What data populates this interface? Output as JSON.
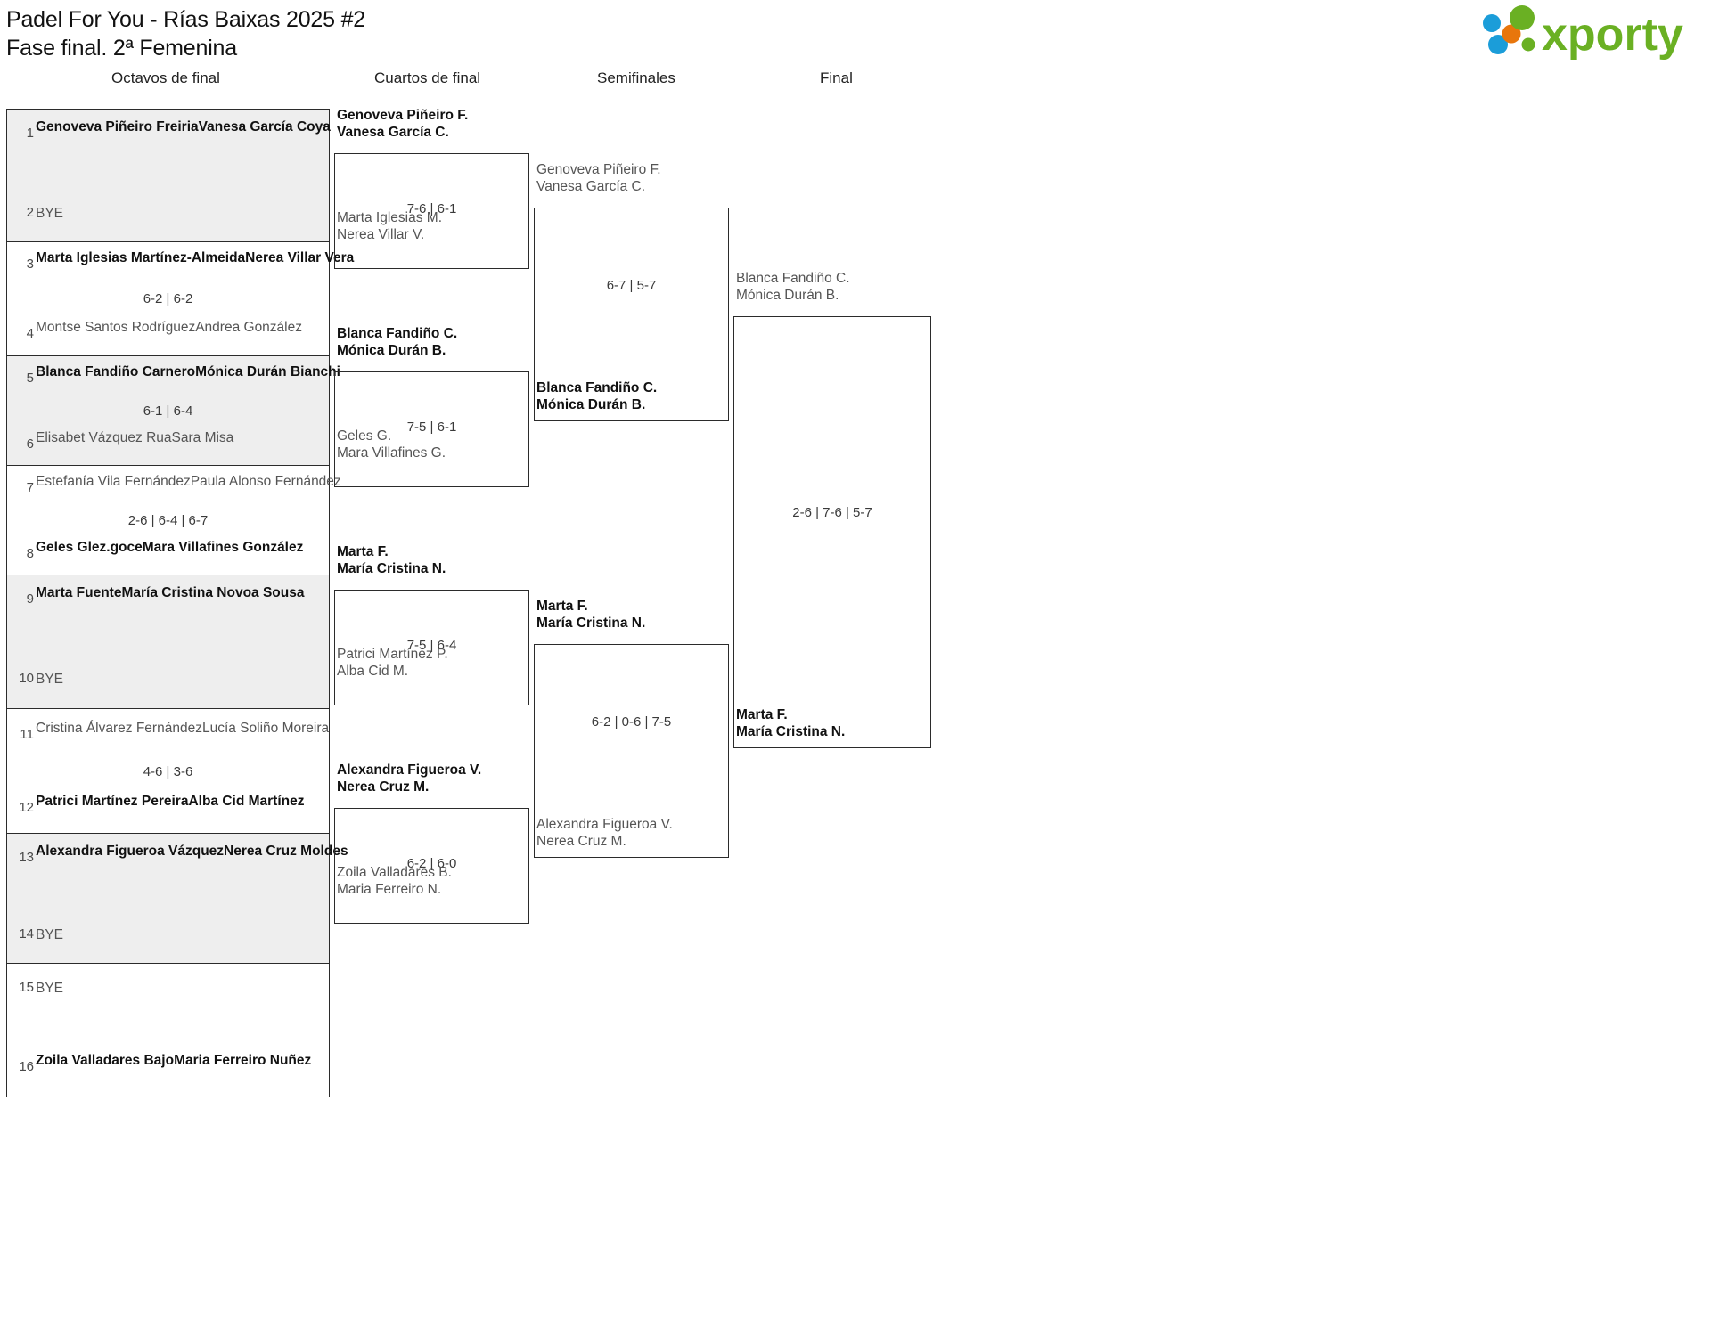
{
  "header": {
    "title_line1": "Padel For You - Rías Baixas 2025 #2",
    "title_line2": "Fase final. 2ª Femenina",
    "logo_text": "xporty",
    "logo_colors": {
      "green": "#6ab023",
      "blue": "#1b9dd9",
      "orange": "#e8760c"
    }
  },
  "rounds": [
    {
      "label": "Octavos de final"
    },
    {
      "label": "Cuartos de final"
    },
    {
      "label": "Semifinales"
    },
    {
      "label": "Final"
    }
  ],
  "r16": [
    {
      "seed_top": "1",
      "seed_bottom": "2",
      "top": {
        "l1": "Genoveva Piñeiro Freiria",
        "l2": "Vanesa García Coya",
        "result": "win"
      },
      "bottom": {
        "l1": "BYE",
        "l2": "",
        "result": "bye"
      },
      "score": ""
    },
    {
      "seed_top": "3",
      "seed_bottom": "4",
      "top": {
        "l1": "Marta Iglesias Martínez-Almeida",
        "l2": "Nerea Villar Vera",
        "result": "win"
      },
      "bottom": {
        "l1": "Montse Santos Rodríguez",
        "l2": "Andrea González",
        "result": "lose"
      },
      "score": "6-2 | 6-2"
    },
    {
      "seed_top": "5",
      "seed_bottom": "6",
      "top": {
        "l1": "Blanca Fandiño Carnero",
        "l2": "Mónica Durán Bianchi",
        "result": "win"
      },
      "bottom": {
        "l1": "Elisabet Vázquez Rua",
        "l2": "Sara Misa",
        "result": "lose"
      },
      "score": "6-1 | 6-4"
    },
    {
      "seed_top": "7",
      "seed_bottom": "8",
      "top": {
        "l1": "Estefanía Vila Fernández",
        "l2": "Paula Alonso Fernández",
        "result": "lose"
      },
      "bottom": {
        "l1": "Geles Glez.goce",
        "l2": "Mara Villafines González",
        "result": "win"
      },
      "score": "2-6 | 6-4 | 6-7"
    },
    {
      "seed_top": "9",
      "seed_bottom": "10",
      "top": {
        "l1": "Marta Fuente",
        "l2": "María Cristina Novoa Sousa",
        "result": "win"
      },
      "bottom": {
        "l1": "BYE",
        "l2": "",
        "result": "bye"
      },
      "score": ""
    },
    {
      "seed_top": "11",
      "seed_bottom": "12",
      "top": {
        "l1": "Cristina Álvarez Fernández",
        "l2": "Lucía Soliño Moreira",
        "result": "lose"
      },
      "bottom": {
        "l1": "Patrici Martínez Pereira",
        "l2": "Alba Cid Martínez",
        "result": "win"
      },
      "score": "4-6 | 3-6"
    },
    {
      "seed_top": "13",
      "seed_bottom": "14",
      "top": {
        "l1": "Alexandra Figueroa Vázquez",
        "l2": "Nerea Cruz Moldes",
        "result": "win"
      },
      "bottom": {
        "l1": "BYE",
        "l2": "",
        "result": "bye"
      },
      "score": ""
    },
    {
      "seed_top": "15",
      "seed_bottom": "16",
      "top": {
        "l1": "BYE",
        "l2": "",
        "result": "bye"
      },
      "bottom": {
        "l1": "Zoila Valladares Bajo",
        "l2": "Maria Ferreiro Nuñez",
        "result": "win"
      },
      "score": ""
    }
  ],
  "quarterfinals": [
    {
      "top": {
        "l1": "Genoveva Piñeiro F.",
        "l2": "Vanesa García C.",
        "result": "win"
      },
      "bottom": {
        "l1": "Marta Iglesias M.",
        "l2": "Nerea Villar V.",
        "result": "lose"
      },
      "score": "7-6 | 6-1"
    },
    {
      "top": {
        "l1": "Blanca Fandiño C.",
        "l2": "Mónica Durán B.",
        "result": "win"
      },
      "bottom": {
        "l1": "Geles G.",
        "l2": "Mara Villafines G.",
        "result": "lose"
      },
      "score": "7-5 | 6-1"
    },
    {
      "top": {
        "l1": "Marta F.",
        "l2": "María Cristina N.",
        "result": "win"
      },
      "bottom": {
        "l1": "Patrici Martínez P.",
        "l2": "Alba Cid M.",
        "result": "lose"
      },
      "score": "7-5 | 6-4"
    },
    {
      "top": {
        "l1": "Alexandra Figueroa V.",
        "l2": "Nerea Cruz M.",
        "result": "win"
      },
      "bottom": {
        "l1": "Zoila Valladares B.",
        "l2": "Maria Ferreiro N.",
        "result": "lose"
      },
      "score": "6-2 | 6-0"
    }
  ],
  "semifinals": [
    {
      "top": {
        "l1": "Genoveva Piñeiro F.",
        "l2": "Vanesa García C.",
        "result": "lose"
      },
      "bottom": {
        "l1": "Blanca Fandiño C.",
        "l2": "Mónica Durán B.",
        "result": "win"
      },
      "score": "6-7 | 5-7"
    },
    {
      "top": {
        "l1": "Marta F.",
        "l2": "María Cristina N.",
        "result": "win"
      },
      "bottom": {
        "l1": "Alexandra Figueroa V.",
        "l2": "Nerea Cruz M.",
        "result": "lose"
      },
      "score": "6-2 | 0-6 | 7-5"
    }
  ],
  "final": [
    {
      "top": {
        "l1": "Blanca Fandiño C.",
        "l2": "Mónica Durán B.",
        "result": "lose"
      },
      "bottom": {
        "l1": "Marta F.",
        "l2": "María Cristina N.",
        "result": "win"
      },
      "score": "2-6 | 7-6 | 5-7"
    }
  ]
}
